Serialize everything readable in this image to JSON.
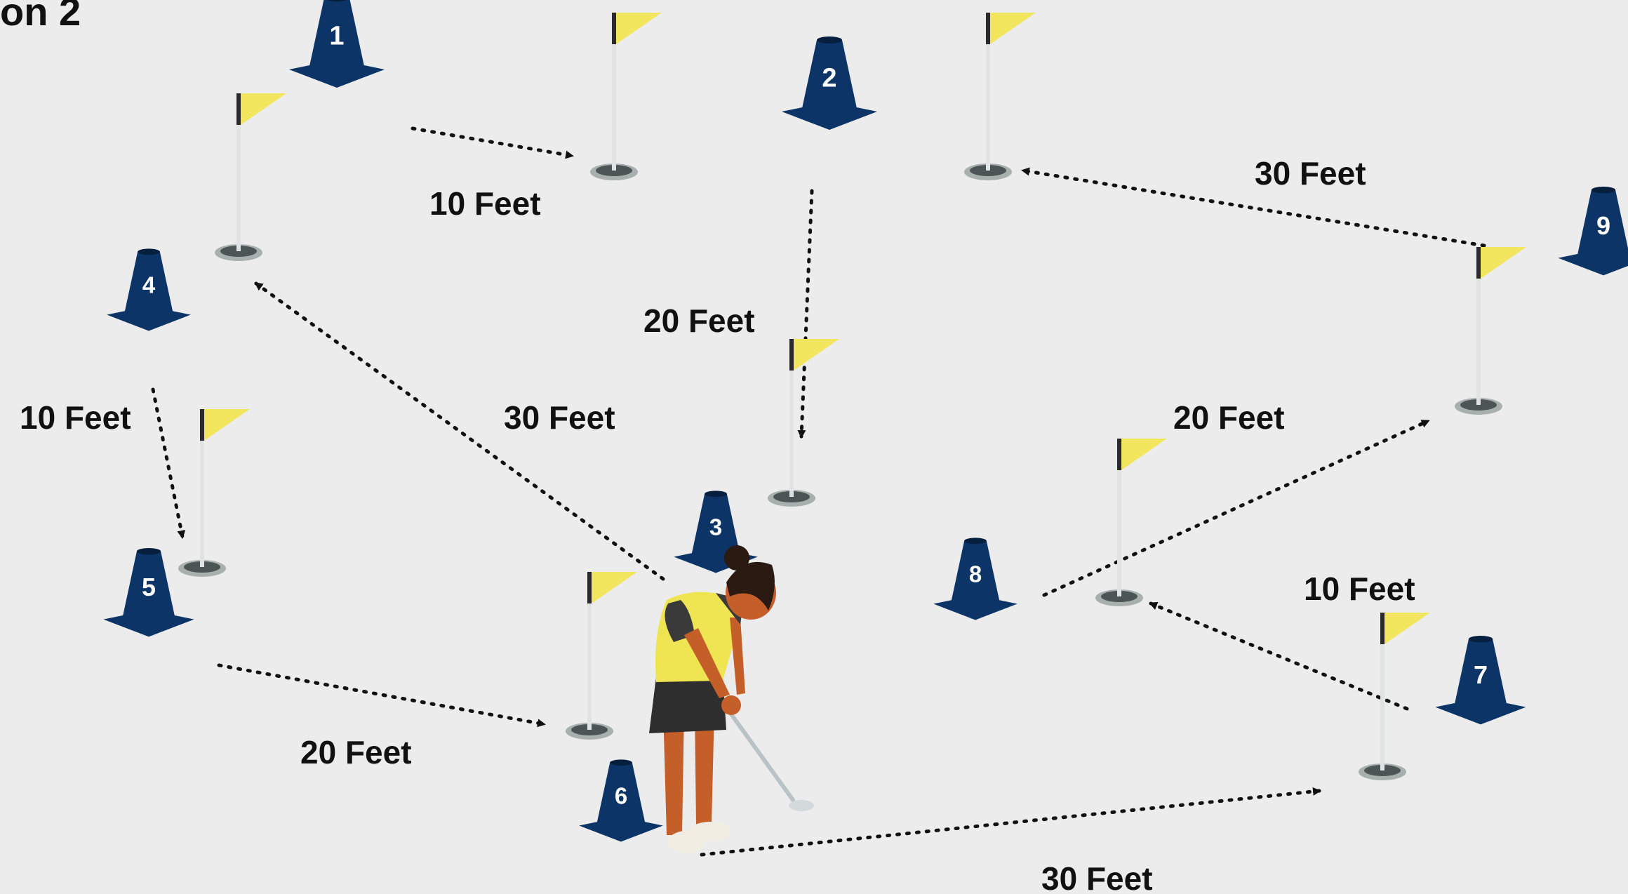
{
  "title": "on 2",
  "colors": {
    "background": "#ececec",
    "cone": "#0d3467",
    "flag": "#f3e65f",
    "pole": "#dfe3e4",
    "golfer_shirt": "#efe552",
    "golfer_skin": "#c45f2a",
    "golfer_skirt": "#2e2e2e"
  },
  "cones": [
    {
      "id": "cone-1",
      "label": "1"
    },
    {
      "id": "cone-2",
      "label": "2"
    },
    {
      "id": "cone-3",
      "label": "3"
    },
    {
      "id": "cone-4",
      "label": "4"
    },
    {
      "id": "cone-5",
      "label": "5"
    },
    {
      "id": "cone-6",
      "label": "6"
    },
    {
      "id": "cone-7",
      "label": "7"
    },
    {
      "id": "cone-8",
      "label": "8"
    },
    {
      "id": "cone-9",
      "label": "9"
    }
  ],
  "routes": [
    {
      "from": "1",
      "distance": "10 Feet"
    },
    {
      "from": "2",
      "distance": "20 Feet"
    },
    {
      "from": "3",
      "distance": "30 Feet"
    },
    {
      "from": "4",
      "distance": "10 Feet"
    },
    {
      "from": "5",
      "distance": "20 Feet"
    },
    {
      "from": "6",
      "distance": "30 Feet"
    },
    {
      "from": "7",
      "distance": "10 Feet"
    },
    {
      "from": "8",
      "distance": "20 Feet"
    },
    {
      "from": "9",
      "distance": "30 Feet"
    }
  ],
  "golfer_icon": "golfer-putting-icon",
  "hole_icon": "flag-hole-icon",
  "cone_icon": "training-cone-icon"
}
